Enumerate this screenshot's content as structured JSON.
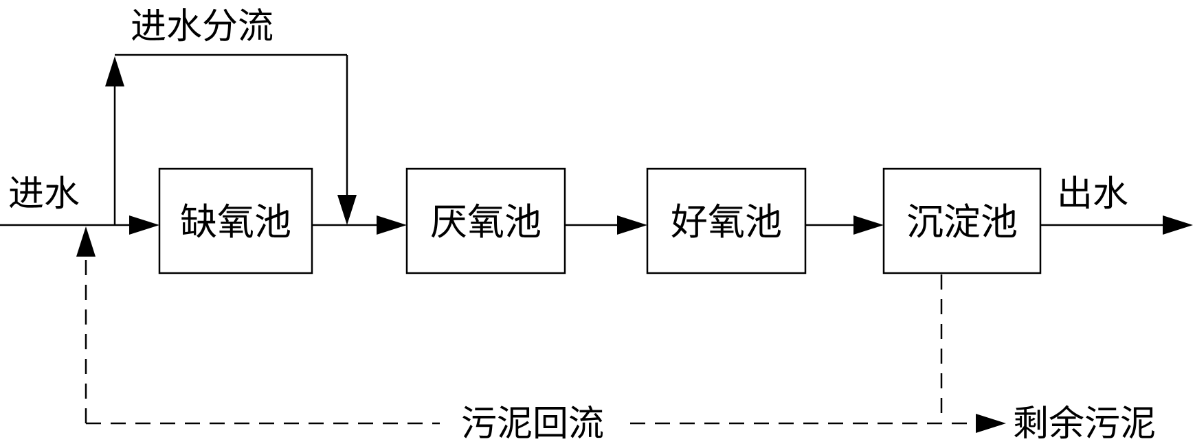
{
  "diagram": {
    "boxes": {
      "anoxic": "缺氧池",
      "anaerobic": "厌氧池",
      "aerobic": "好氧池",
      "sedimentation": "沉淀池"
    },
    "labels": {
      "influent": "进水",
      "influent_split": "进水分流",
      "effluent": "出水",
      "sludge_return": "污泥回流",
      "excess_sludge": "剩余污泥"
    },
    "colors": {
      "stroke": "#000000",
      "background": "#ffffff"
    }
  }
}
